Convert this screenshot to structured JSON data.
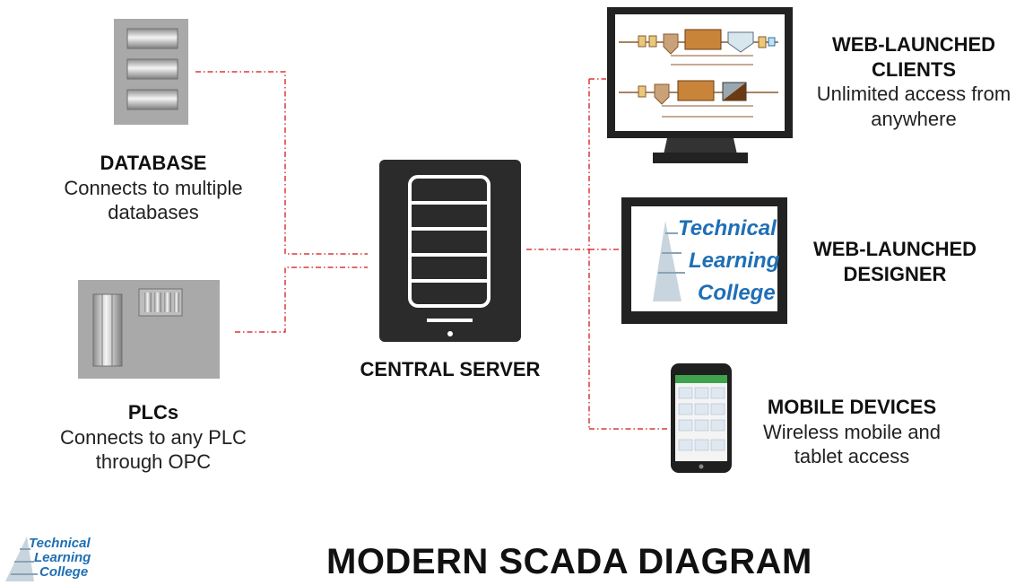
{
  "database": {
    "title": "DATABASE",
    "line1": "Connects to multiple",
    "line2": "databases"
  },
  "plcs": {
    "title": "PLCs",
    "line1": "Connects to any PLC",
    "line2": "through OPC"
  },
  "server": {
    "title": "CENTRAL SERVER"
  },
  "clients": {
    "title1": "WEB-LAUNCHED",
    "title2": "CLIENTS",
    "line1": "Unlimited access from",
    "line2": "anywhere"
  },
  "designer": {
    "title1": "WEB-LAUNCHED",
    "title2": "DESIGNER"
  },
  "mobile": {
    "title": "MOBILE DEVICES",
    "line1": "Wireless mobile and",
    "line2": "tablet access"
  },
  "logo": {
    "line1": "Technical",
    "line2": "Learning",
    "line3": "College"
  },
  "diagram_title": "MODERN SCADA DIAGRAM",
  "colors": {
    "connector": "#d9383a",
    "device": "#2b2b2b",
    "logo": "#1f6fb5",
    "panel_gray": "#a9a9a9"
  }
}
